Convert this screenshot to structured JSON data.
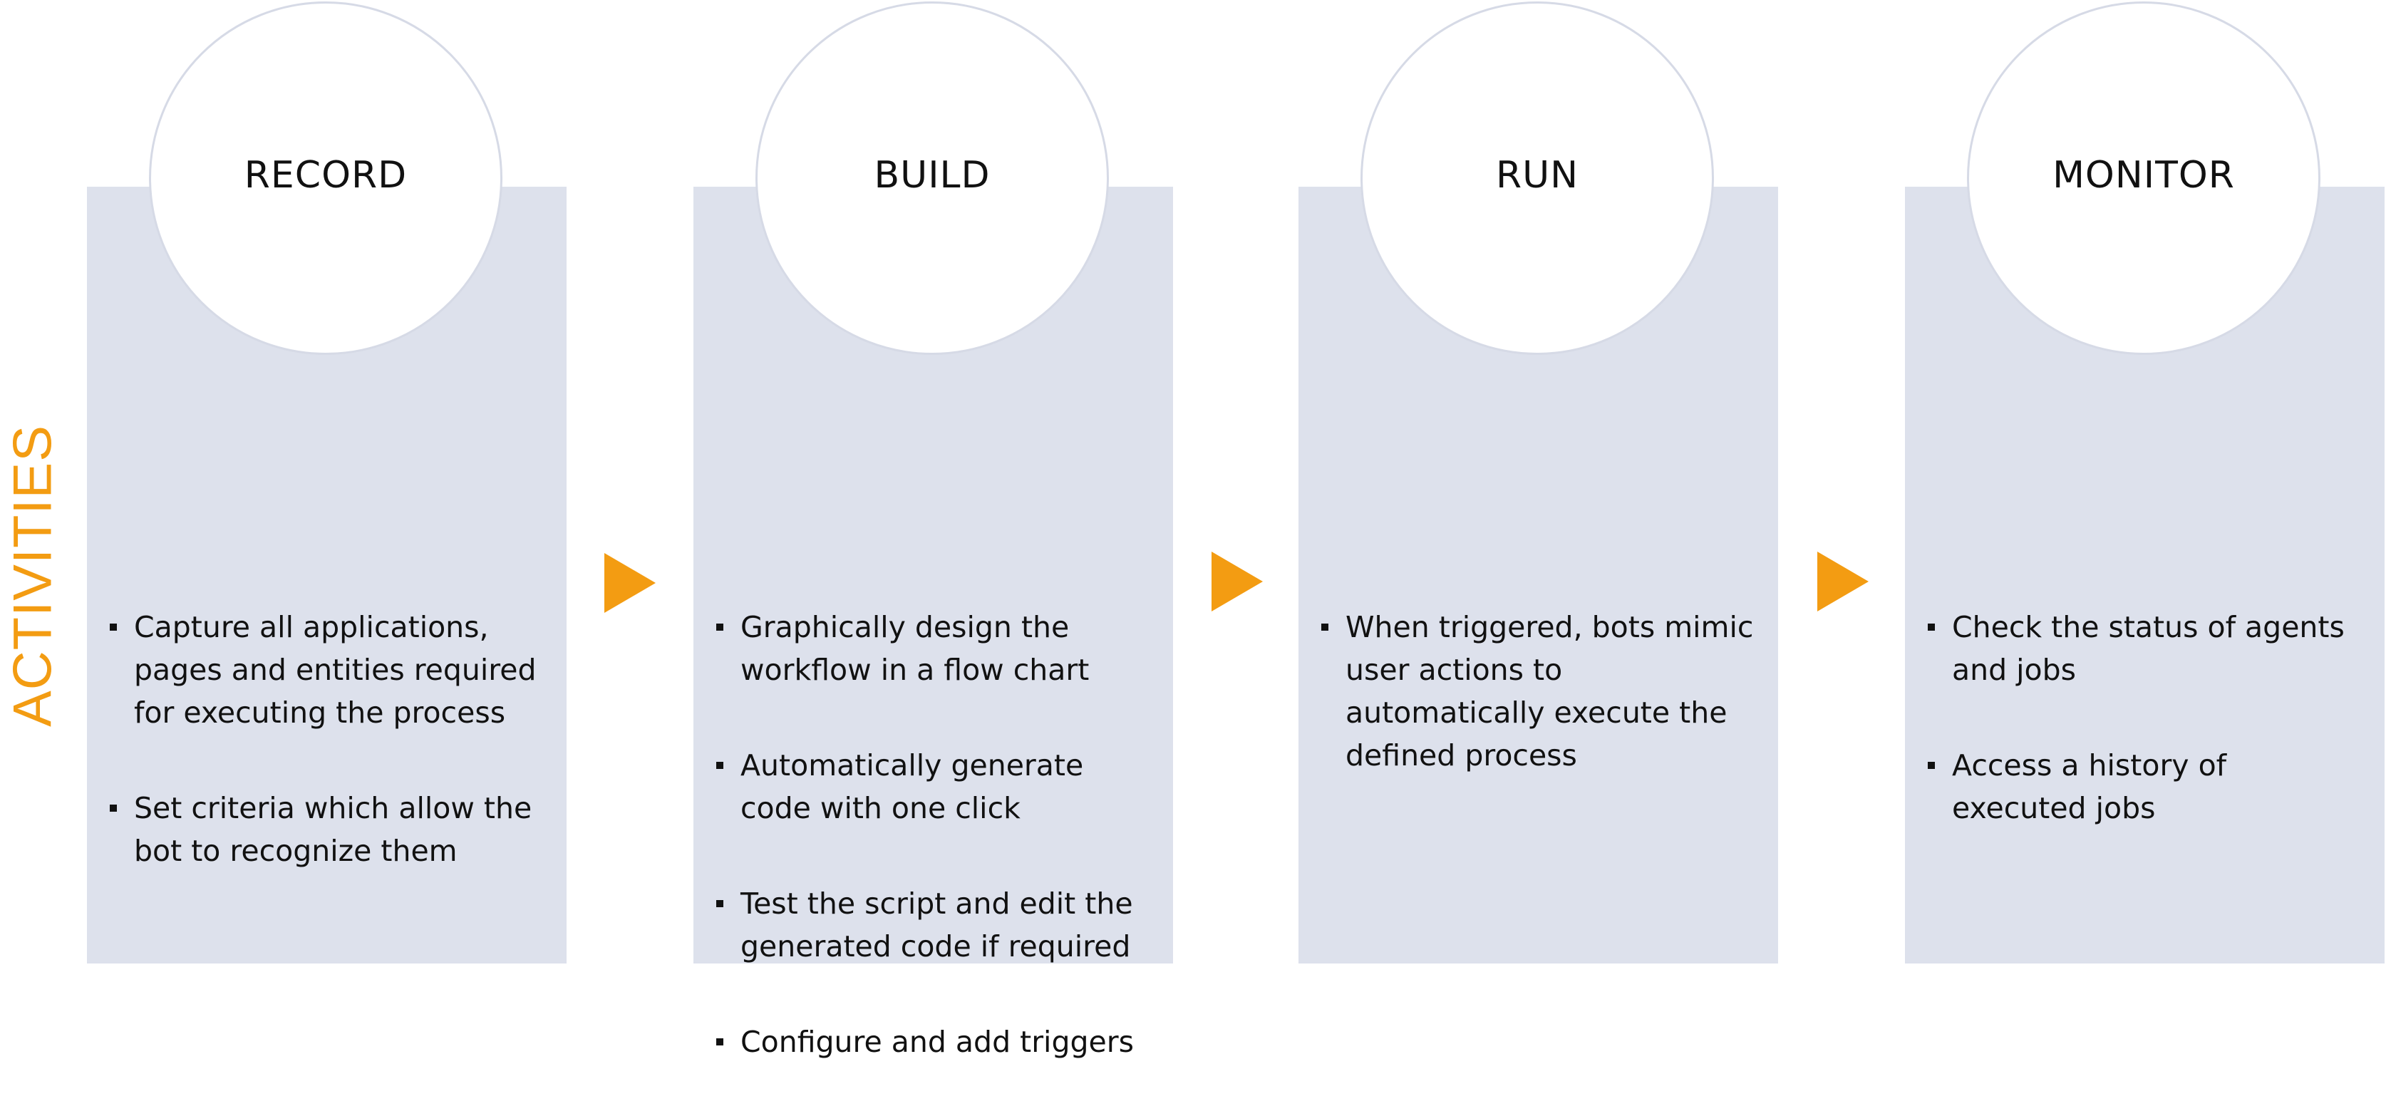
{
  "side_label": "ACTIVITIES",
  "accent_color": "#f39c12",
  "card_color": "#dde1ec",
  "stages": [
    {
      "title": "RECORD",
      "bullets": [
        "Capture all applications, pages and entities required for executing the process",
        "Set criteria which allow the bot to recognize them"
      ]
    },
    {
      "title": "BUILD",
      "bullets": [
        "Graphically design the workflow in a flow chart",
        "Automatically generate code with one click",
        "Test the script and edit the generated code if required",
        "Configure and add triggers"
      ]
    },
    {
      "title": "RUN",
      "bullets": [
        "When triggered, bots mimic user actions to automatically execute the defined process"
      ]
    },
    {
      "title": "MONITOR",
      "bullets": [
        "Check the status of agents and jobs",
        "Access a history of executed jobs"
      ]
    }
  ],
  "arrows": [
    {
      "icon": "arrow-right-icon"
    },
    {
      "icon": "arrow-right-icon"
    },
    {
      "icon": "arrow-right-icon"
    }
  ]
}
